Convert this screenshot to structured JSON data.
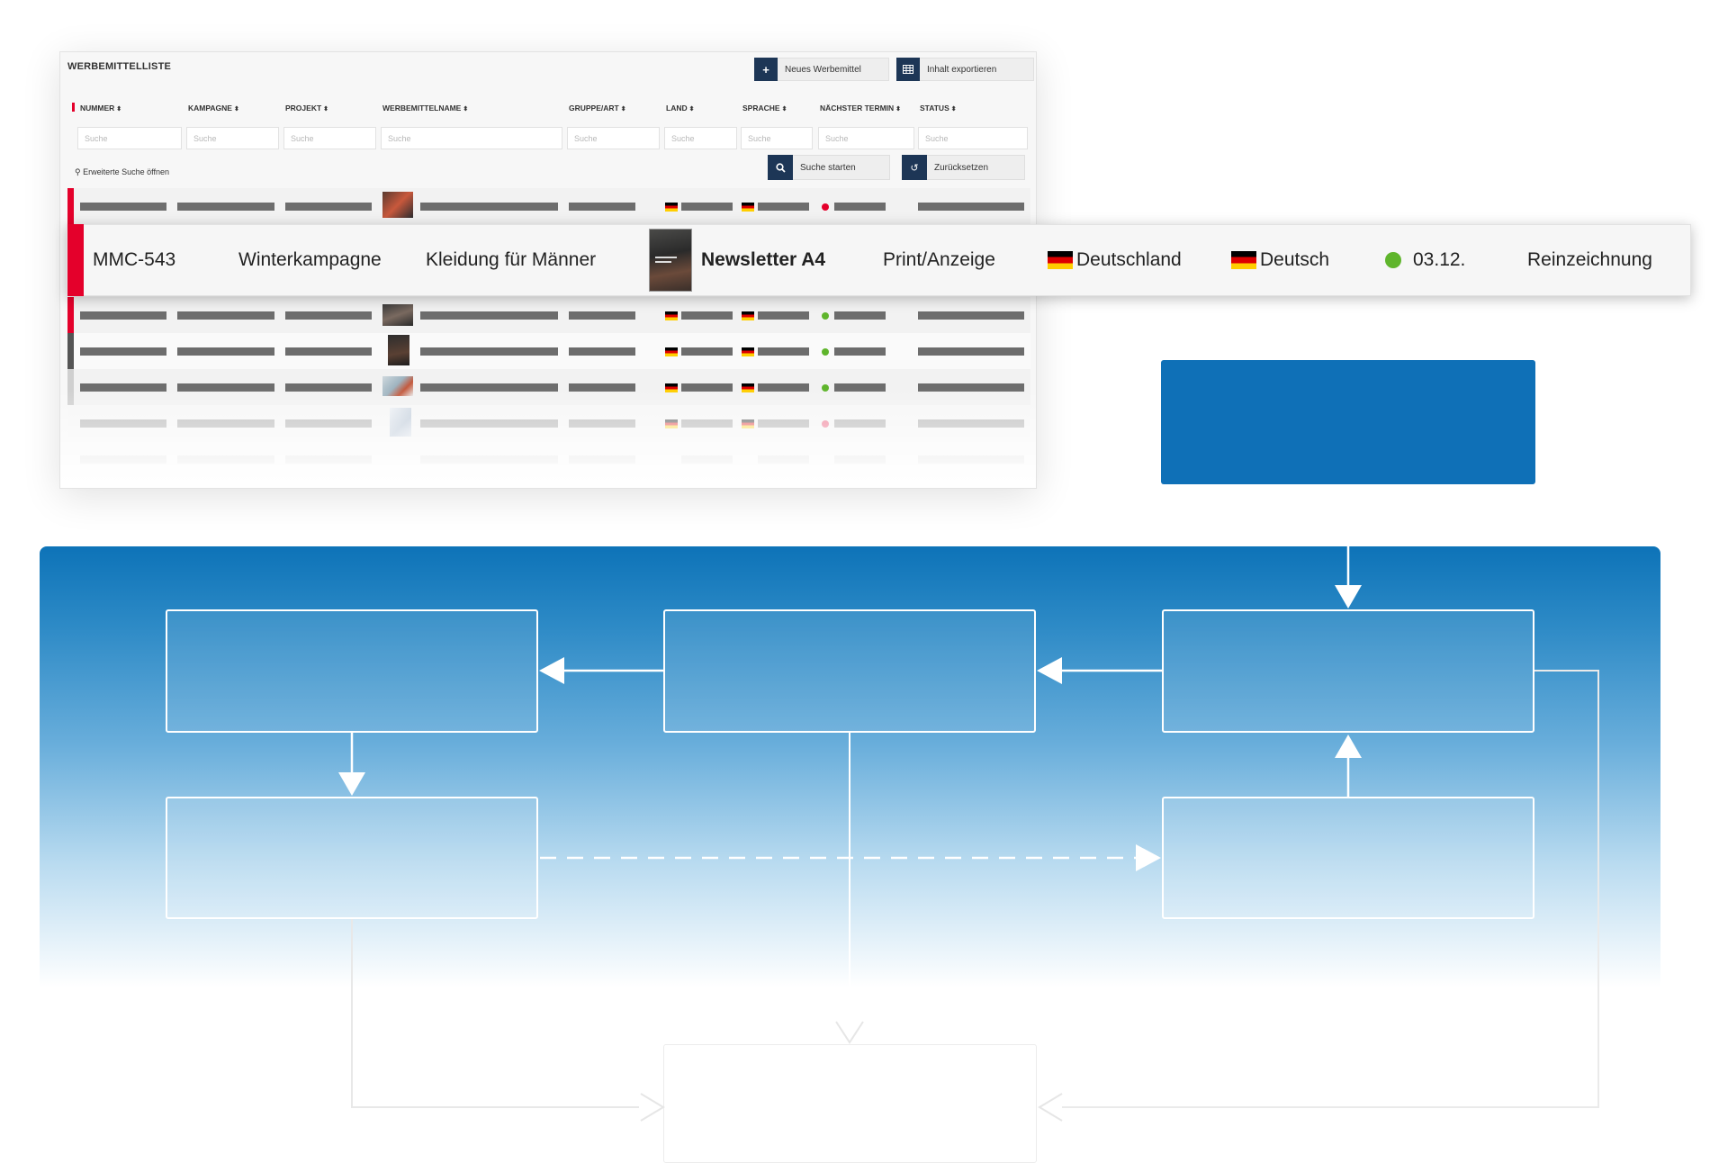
{
  "table": {
    "title": "WERBEMITTELLISTE",
    "toolbar": {
      "new_label": "Neues Werbemittel",
      "export_label": "Inhalt exportieren"
    },
    "columns": [
      "NUMMER",
      "KAMPAGNE",
      "PROJEKT",
      "WERBEMITTELNAME",
      "GRUPPE/ART",
      "LAND",
      "SPRACHE",
      "NÄCHSTER TERMIN",
      "STATUS"
    ],
    "search_placeholder": "Suche",
    "advanced_search_label": "Erweiterte Suche öffnen",
    "search_button_label": "Suche starten",
    "reset_button_label": "Zurücksetzen"
  },
  "highlighted_row": {
    "nummer": "MMC-543",
    "kampagne": "Winterkampagne",
    "projekt": "Kleidung für Männer",
    "werbemittelname": "Newsletter A4",
    "gruppe_art": "Print/Anzeige",
    "land": "Deutschland",
    "sprache": "Deutsch",
    "termin": "03.12.",
    "status": "Reinzeichnung"
  },
  "colors": {
    "navy": "#1d3656",
    "accent_red": "#e4002b",
    "brand_blue": "#0f70b7",
    "status_green": "#5fb52c",
    "status_red": "#e4002b"
  },
  "icons": {
    "new": "plus-icon",
    "export": "table-icon",
    "search": "search-icon",
    "reset": "reset-icon"
  }
}
